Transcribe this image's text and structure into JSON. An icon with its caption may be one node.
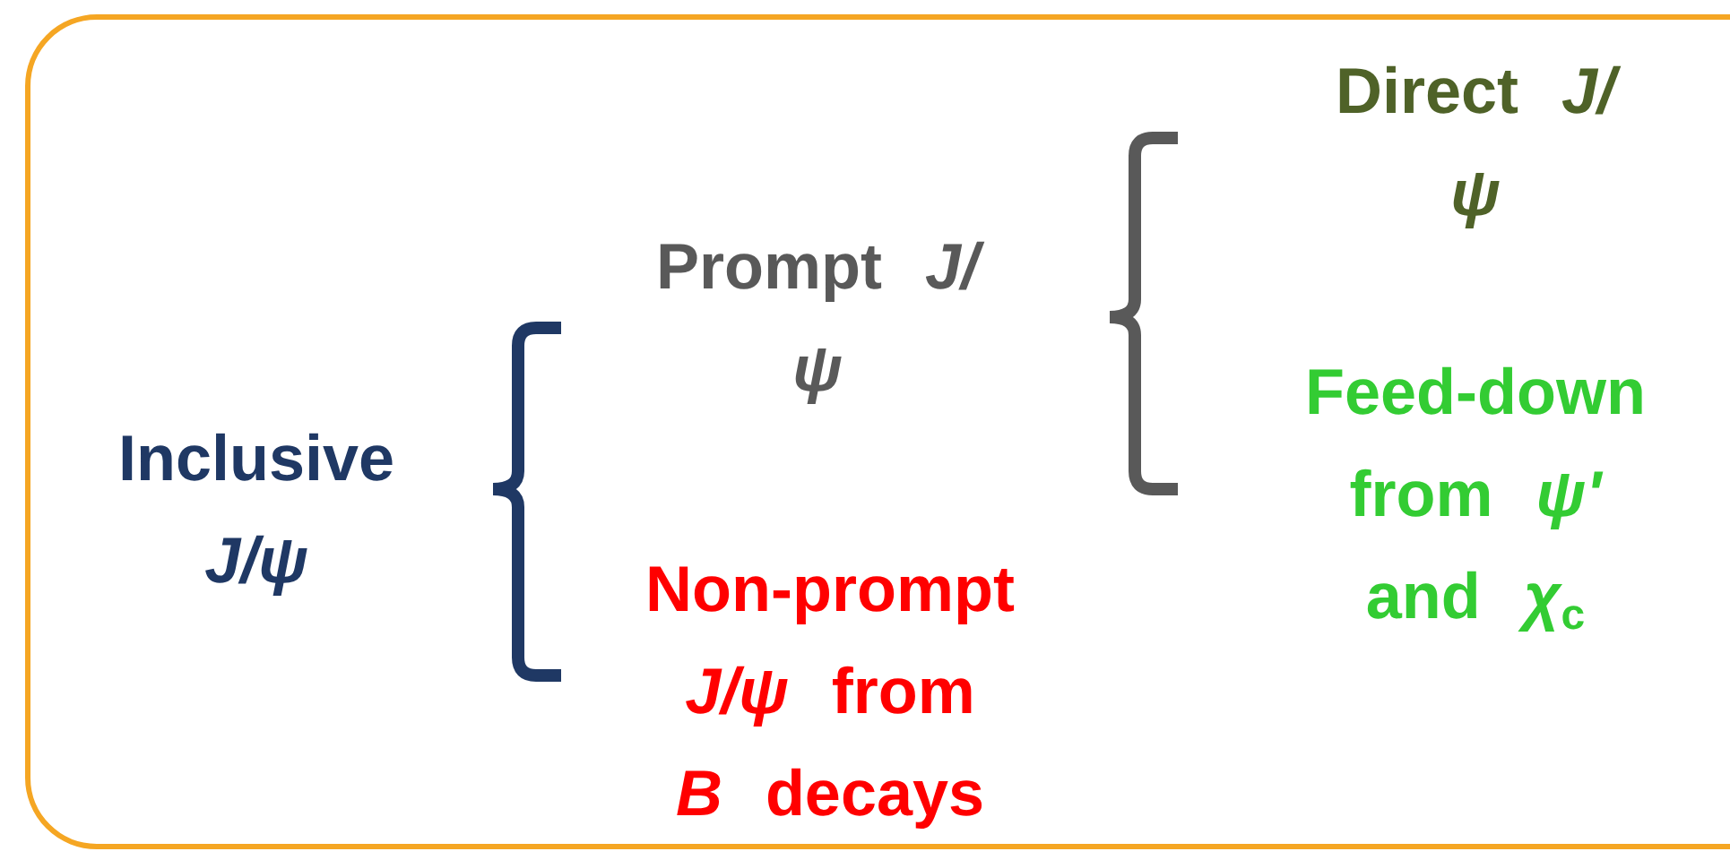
{
  "diagram": {
    "nodes": [
      {
        "text": [
          "Inclusive *J/ψ*",
          "Prompt *J/ψ*",
          "Non-prompt *J/ψ* from *B* decays",
          "Direct *J/ψ*",
          "Feed-down from *ψ'* and *χ*$_{c}$"
        ]
      }
    ]
  }
}
